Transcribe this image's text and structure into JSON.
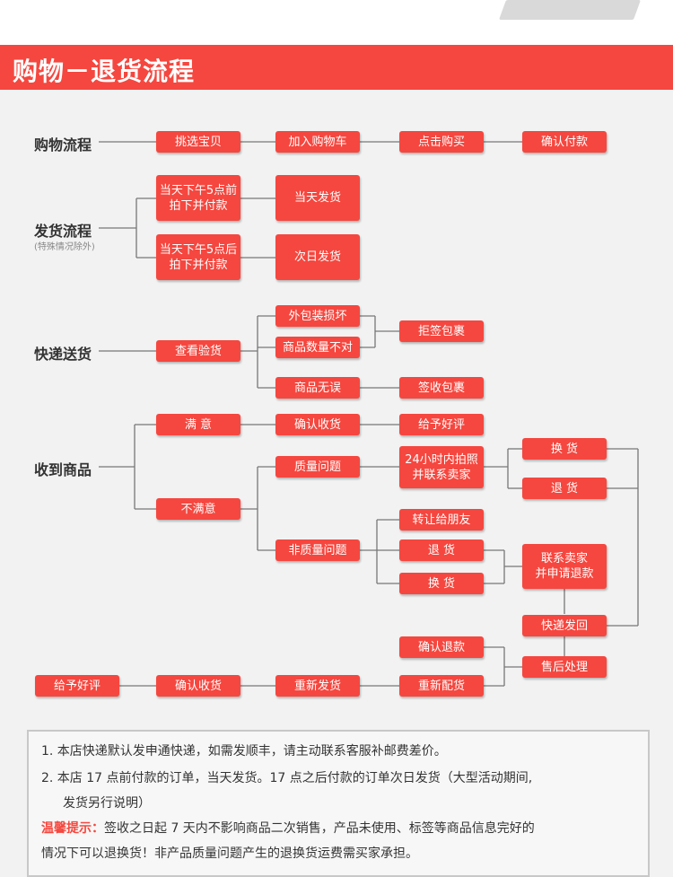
{
  "header": {
    "title": "购物－退货流程"
  },
  "sections": {
    "shopping": "购物流程",
    "shipping": "发货流程",
    "shipping_note": "(特殊情况除外)",
    "delivery": "快递送货",
    "received": "收到商品"
  },
  "boxes": {
    "pick": "挑选宝贝",
    "add_cart": "加入购物车",
    "buy": "点击购买",
    "confirm_pay": "确认付款",
    "before5": "当天下午5点前\n拍下并付款",
    "same_day": "当天发货",
    "after5": "当天下午5点后\n拍下并付款",
    "next_day": "次日发货",
    "check": "查看验货",
    "damaged": "外包装损坏",
    "qty_wrong": "商品数量不对",
    "reject": "拒签包裹",
    "no_error": "商品无误",
    "sign": "签收包裹",
    "satisfied": "满 意",
    "confirm_recv": "确认收货",
    "good_review": "给予好评",
    "quality": "质量问题",
    "photo": "24小时内拍照\n并联系卖家",
    "exchange1": "换 货",
    "return1": "退 货",
    "unsatisfied": "不满意",
    "non_quality": "非质量问题",
    "gift": "转让给朋友",
    "return2": "退 货",
    "exchange2": "换 货",
    "contact_refund": "联系卖家\n并申请退款",
    "express_back": "快递发回",
    "confirm_refund": "确认退款",
    "after_sale": "售后处理",
    "good_review2": "给予好评",
    "confirm_recv2": "确认收货",
    "reship": "重新发货",
    "reissue": "重新配货"
  },
  "notes": {
    "line1": "1. 本店快递默认发申通快递，如需发顺丰，请主动联系客服补邮费差价。",
    "line2": "2. 本店 17 点前付款的订单，当天发货。17 点之后付款的订单次日发货（大型活动期间,",
    "line3": "发货另行说明）",
    "tip_label": "温馨提示：",
    "line4": "签收之日起 7 天内不影响商品二次销售，产品未使用、标签等商品信息完好的",
    "line5": "情况下可以退换货！非产品质量问题产生的退换货运费需买家承担。"
  },
  "colors": {
    "accent": "#f5473f",
    "line": "#777777",
    "background": "#f2f2f2"
  }
}
